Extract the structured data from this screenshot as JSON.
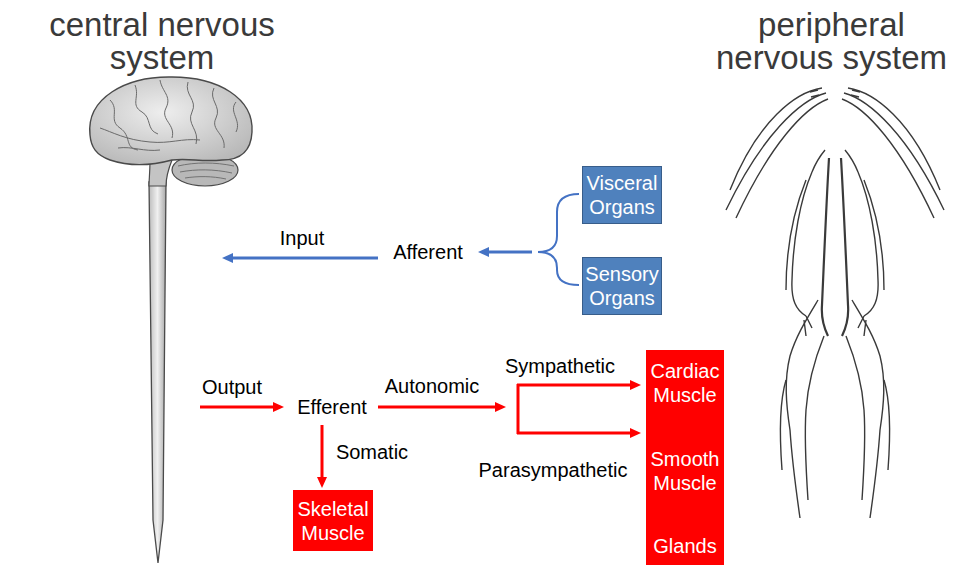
{
  "diagram": {
    "nodes": [
      {
        "text": [
          "Visceral Organs"
        ]
      },
      {
        "text": [
          "Sensory Organs"
        ]
      },
      {
        "text": [
          "Cardiac Muscle",
          "Smooth Muscle",
          "Glands"
        ]
      },
      {
        "text": [
          "Skeletal Muscle"
        ]
      }
    ],
    "labels": [
      "central nervous system",
      "peripheral nervous system",
      "Input",
      "Afferent",
      "Output",
      "Efferent",
      "Autonomic",
      "Sympathetic",
      "Somatic",
      "Parasympathetic"
    ]
  }
}
